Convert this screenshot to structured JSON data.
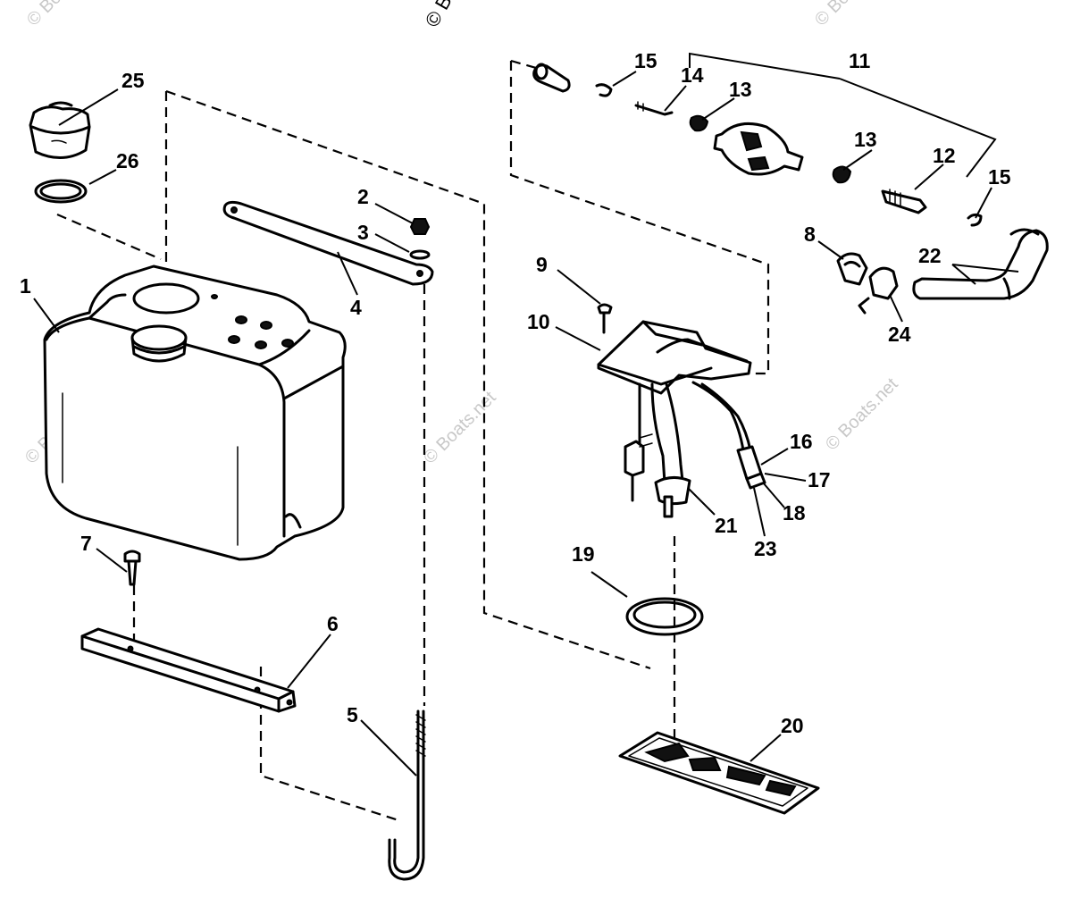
{
  "watermark": {
    "text": "© Boats.net",
    "top_text": "© Bo"
  },
  "callouts": [
    {
      "id": "1",
      "label": "1"
    },
    {
      "id": "2",
      "label": "2"
    },
    {
      "id": "3",
      "label": "3"
    },
    {
      "id": "4",
      "label": "4"
    },
    {
      "id": "5",
      "label": "5"
    },
    {
      "id": "6",
      "label": "6"
    },
    {
      "id": "7",
      "label": "7"
    },
    {
      "id": "8",
      "label": "8"
    },
    {
      "id": "9",
      "label": "9"
    },
    {
      "id": "10",
      "label": "10"
    },
    {
      "id": "11",
      "label": "11"
    },
    {
      "id": "12",
      "label": "12"
    },
    {
      "id": "13a",
      "label": "13"
    },
    {
      "id": "13b",
      "label": "13"
    },
    {
      "id": "14",
      "label": "14"
    },
    {
      "id": "15a",
      "label": "15"
    },
    {
      "id": "15b",
      "label": "15"
    },
    {
      "id": "16",
      "label": "16"
    },
    {
      "id": "17",
      "label": "17"
    },
    {
      "id": "18",
      "label": "18"
    },
    {
      "id": "19",
      "label": "19"
    },
    {
      "id": "20",
      "label": "20"
    },
    {
      "id": "21",
      "label": "21"
    },
    {
      "id": "22",
      "label": "22"
    },
    {
      "id": "23",
      "label": "23"
    },
    {
      "id": "24",
      "label": "24"
    },
    {
      "id": "25",
      "label": "25"
    },
    {
      "id": "26",
      "label": "26"
    }
  ]
}
